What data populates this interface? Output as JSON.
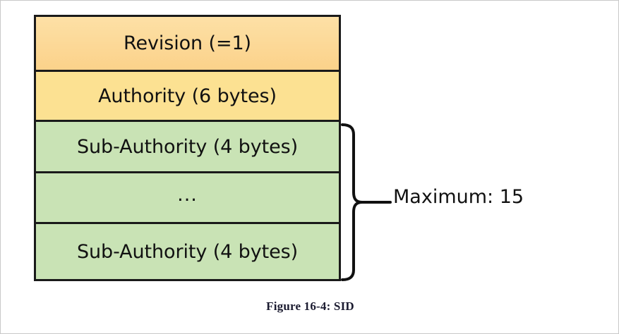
{
  "figure": {
    "caption": "Figure 16-4: SID",
    "colors": {
      "revision_fill": "#fbd28a",
      "authority_fill": "#fce192",
      "sub_authority_fill": "#c9e3b5",
      "border": "#1a1a1a",
      "text": "#111111",
      "page_background": "#ffffff"
    },
    "structure": {
      "rows": [
        {
          "label": "Revision (=1)",
          "fill": "#fbd28a",
          "group": "header"
        },
        {
          "label": "Authority (6 bytes)",
          "fill": "#fce192",
          "group": "header"
        },
        {
          "label": "Sub-Authority (4 bytes)",
          "fill": "#c9e3b5",
          "group": "sub-authority"
        },
        {
          "label": "...",
          "fill": "#c9e3b5",
          "group": "sub-authority"
        },
        {
          "label": "Sub-Authority (4 bytes)",
          "fill": "#c9e3b5",
          "group": "sub-authority"
        }
      ]
    },
    "annotation": {
      "brace_label": "Maximum: 15",
      "brace_icon": "curly-brace-right-icon",
      "spans_rows": [
        2,
        3,
        4
      ]
    }
  }
}
